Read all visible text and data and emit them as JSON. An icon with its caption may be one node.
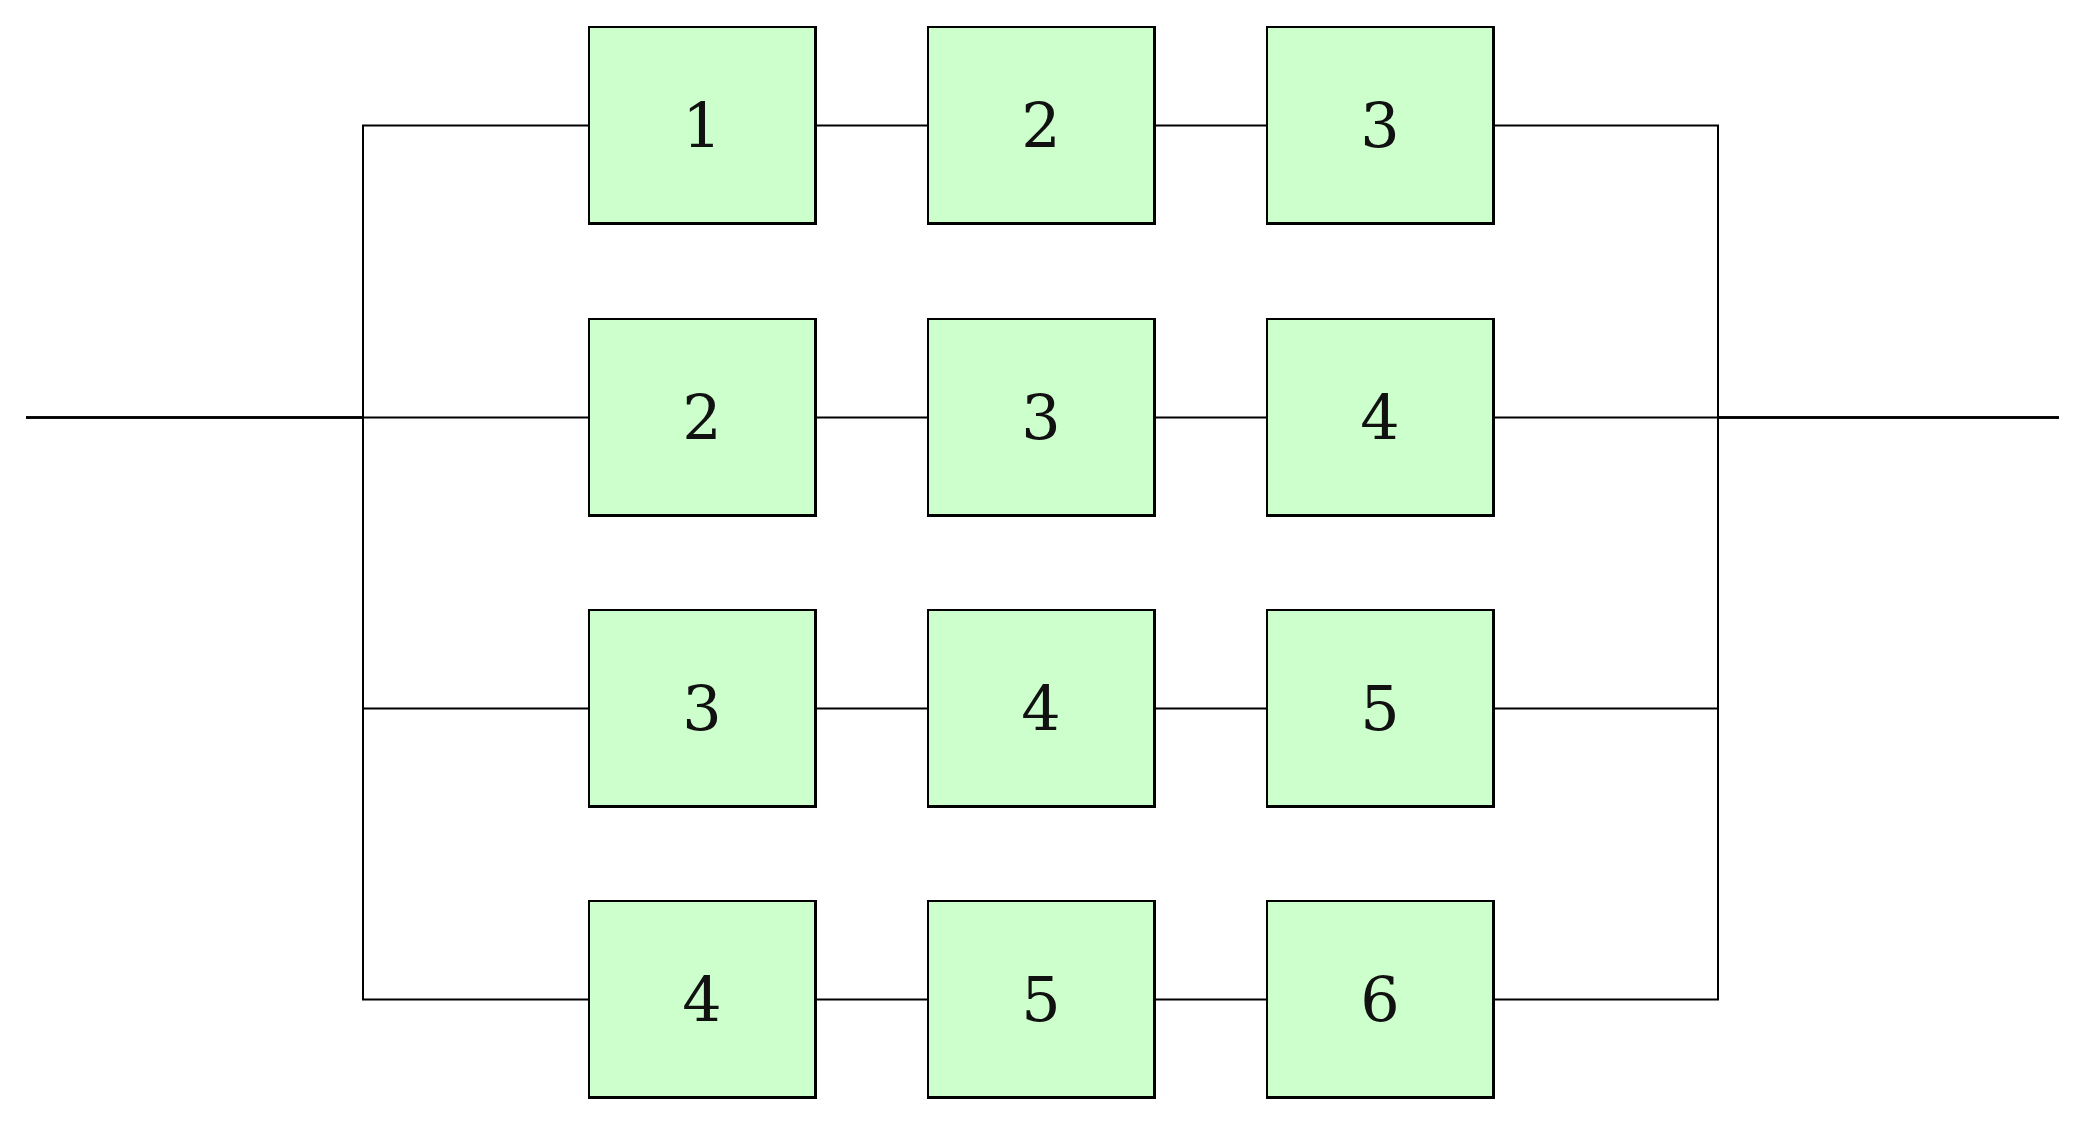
{
  "diagram": {
    "nodes": [
      {
        "text": [
          "1"
        ]
      },
      {
        "text": [
          "2"
        ]
      },
      {
        "text": [
          "3"
        ]
      },
      {
        "text": [
          "2"
        ]
      },
      {
        "text": [
          "3"
        ]
      },
      {
        "text": [
          "4"
        ]
      },
      {
        "text": [
          "3"
        ]
      },
      {
        "text": [
          "4"
        ]
      },
      {
        "text": [
          "5"
        ]
      },
      {
        "text": [
          "4"
        ]
      },
      {
        "text": [
          "5"
        ]
      },
      {
        "text": [
          "6"
        ]
      }
    ],
    "edges": [
      {
        "from": null,
        "to": 0,
        "arrow": "none"
      },
      {
        "from": null,
        "to": 3,
        "arrow": "none"
      },
      {
        "from": null,
        "to": 6,
        "arrow": "none"
      },
      {
        "from": null,
        "to": 9,
        "arrow": "none"
      },
      {
        "from": 0,
        "to": 1,
        "arrow": "none"
      },
      {
        "from": 1,
        "to": 2,
        "arrow": "none"
      },
      {
        "from": 3,
        "to": 4,
        "arrow": "none"
      },
      {
        "from": 4,
        "to": 5,
        "arrow": "none"
      },
      {
        "from": 6,
        "to": 7,
        "arrow": "none"
      },
      {
        "from": 7,
        "to": 8,
        "arrow": "none"
      },
      {
        "from": 9,
        "to": 10,
        "arrow": "none"
      },
      {
        "from": 10,
        "to": 11,
        "arrow": "none"
      },
      {
        "from": 2,
        "to": null,
        "arrow": "none"
      },
      {
        "from": 5,
        "to": null,
        "arrow": "none"
      },
      {
        "from": 8,
        "to": null,
        "arrow": "none"
      },
      {
        "from": 11,
        "to": null,
        "arrow": "none"
      }
    ]
  }
}
